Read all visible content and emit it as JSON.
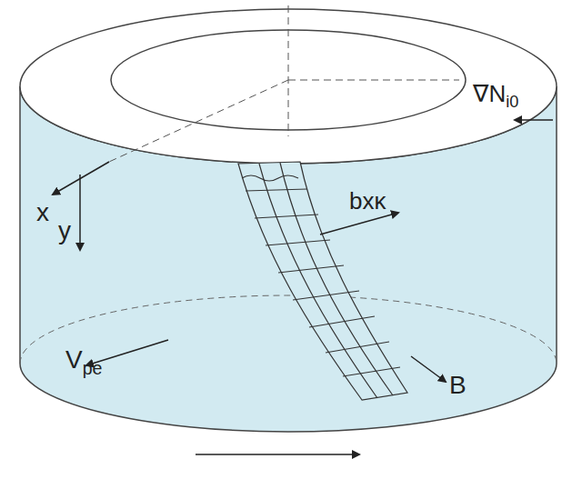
{
  "diagram": {
    "labels": [
      "∇N",
      "i0",
      "x",
      "y",
      "bxκ",
      "V",
      "pe",
      "B"
    ]
  }
}
